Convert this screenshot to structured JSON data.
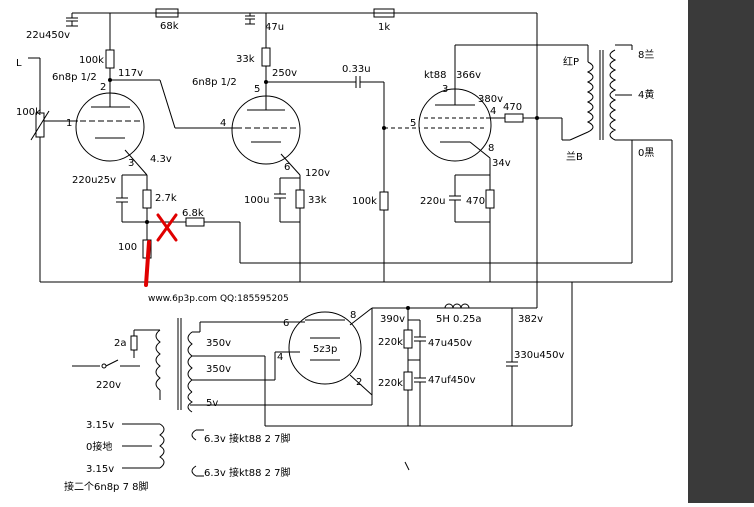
{
  "labels": {
    "cap_22u450v": "22u450v",
    "res_68k": "68k",
    "cap_47u": "47u",
    "res_1k": "1k",
    "input_L": "L",
    "res_100k_top": "100k",
    "tube1_name": "6n8p 1/2",
    "v_117": "117v",
    "res_33k_top": "33k",
    "tube2_name": "6n8p 1/2",
    "v_250": "250v",
    "cap_033u": "0.33u",
    "kt88_name": "kt88",
    "v_366": "366v",
    "vol_100k": "100k",
    "pin_1": "1",
    "pin_2": "2",
    "pin_3": "3",
    "pin_4a": "4",
    "pin_5a": "5",
    "pin_6a": "6",
    "pin_5b": "5",
    "pin_3b": "3",
    "pin_4b": "4",
    "pin_8b": "8",
    "v_43": "4.3v",
    "v_120": "120v",
    "v_380": "380v",
    "res_470_g2": "470",
    "v_34": "34v",
    "cap_220u25v": "220u25v",
    "res_27k": "2.7k",
    "res_68k_fb": "6.8k",
    "cap_100u": "100u",
    "res_33k_cath": "33k",
    "res_100k_grid": "100k",
    "cap_220u_kt88": "220u",
    "res_470_cath": "470",
    "res_100": "100",
    "tr_red_P": "红P",
    "tr_blue_B": "兰B",
    "tr_8": "8兰",
    "tr_4": "4黄",
    "tr_0": "0黑",
    "watermark": "www.6p3p.com QQ:185595205",
    "rect_pin6": "6",
    "rect_pin8": "8",
    "rect_pin4": "4",
    "rect_pin2": "2",
    "rect_name": "5z3p",
    "v_390": "390v",
    "choke": "5H 0.25a",
    "v_382": "382v",
    "res_220k_a": "220k",
    "cap_47u450v": "47u450v",
    "res_220k_b": "220k",
    "cap_47uf450v": "47uf450v",
    "cap_330u450v": "330u450v",
    "fuse_2a": "2a",
    "mains_220v": "220v",
    "sec_350v_a": "350v",
    "sec_350v_b": "350v",
    "sec_5v": "5v",
    "fil_315_a": "3.15v",
    "fil_0": "0接地",
    "fil_315_b": "3.15v",
    "fil_note": "接二个6n8p  7 8脚",
    "fil_63_a": "6.3v 接kt88 2  7脚",
    "fil_63_b": "6.3v 接kt88  2  7脚"
  }
}
